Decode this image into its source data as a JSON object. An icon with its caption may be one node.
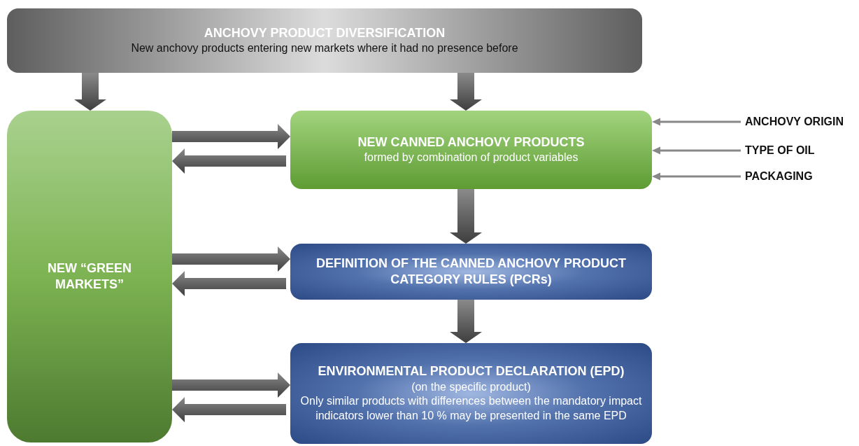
{
  "diagram": {
    "nodes": [
      {
        "text": [
          "ANCHOVY PRODUCT DIVERSIFICATION",
          "New anchovy products entering new markets where it had no presence before"
        ]
      },
      {
        "text": [
          "NEW “GREEN MARKETS”"
        ]
      },
      {
        "text": [
          "NEW CANNED ANCHOVY  PRODUCTS",
          "formed by combination of product variables"
        ]
      },
      {
        "text": [
          "DEFINITION OF THE CANNED ANCHOVY PRODUCT CATEGORY RULES (PCRs)"
        ]
      },
      {
        "text": [
          "ENVIRONMENTAL PRODUCT DECLARATION (EPD)",
          "(on the specific product)",
          "Only similar products with differences between the mandatory impact indicators lower than 10 % may be presented in the same EPD"
        ]
      },
      {
        "text": [
          "ANCHOVY ORIGIN"
        ]
      },
      {
        "text": [
          "TYPE OF OIL"
        ]
      },
      {
        "text": [
          "PACKAGING"
        ]
      }
    ],
    "edges": [
      {
        "from": 0,
        "to": 1,
        "arrow": "to",
        "style": "thick"
      },
      {
        "from": 0,
        "to": 2,
        "arrow": "to",
        "style": "thick"
      },
      {
        "from": 1,
        "to": 2,
        "arrow": "to",
        "style": "thick"
      },
      {
        "from": 2,
        "to": 1,
        "arrow": "to",
        "style": "thick"
      },
      {
        "from": 2,
        "to": 3,
        "arrow": "to",
        "style": "thick"
      },
      {
        "from": 1,
        "to": 3,
        "arrow": "to",
        "style": "thick"
      },
      {
        "from": 3,
        "to": 1,
        "arrow": "to",
        "style": "thick"
      },
      {
        "from": 3,
        "to": 4,
        "arrow": "to",
        "style": "thick"
      },
      {
        "from": 1,
        "to": 4,
        "arrow": "to",
        "style": "thick"
      },
      {
        "from": 4,
        "to": 1,
        "arrow": "to",
        "style": "thick"
      },
      {
        "from": 5,
        "to": 2,
        "arrow": "to"
      },
      {
        "from": 6,
        "to": 2,
        "arrow": "to"
      },
      {
        "from": 7,
        "to": 2,
        "arrow": "to"
      }
    ]
  }
}
